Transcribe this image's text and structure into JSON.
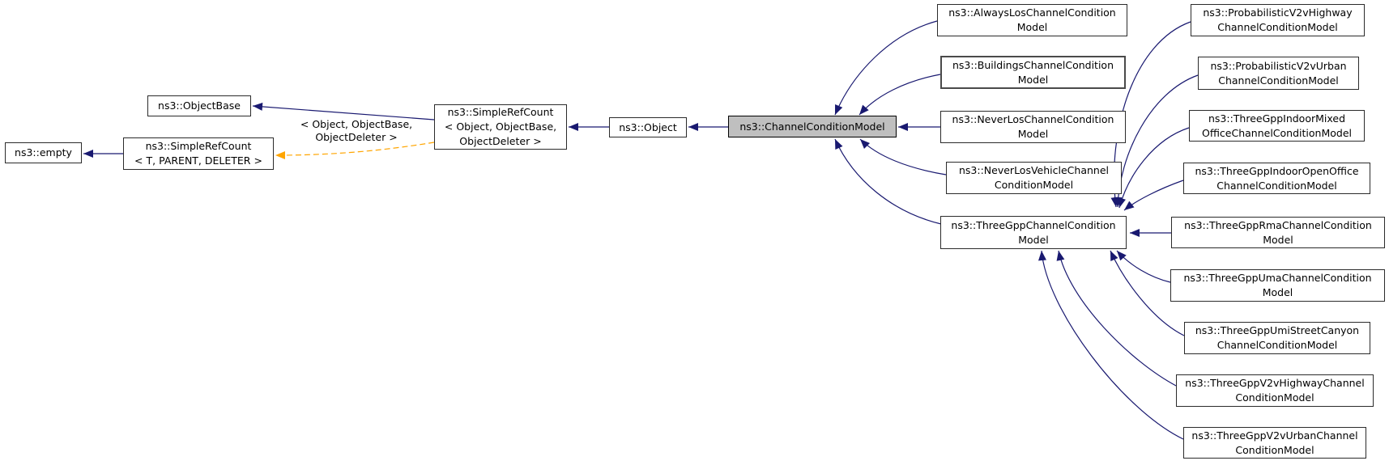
{
  "diagram": {
    "type": "class-inheritance-graph",
    "subject": "ns3::ChannelConditionModel",
    "colors": {
      "edge": "#191970",
      "template_edge": "#ffa500",
      "selected_node_fill": "#bfbfbf",
      "node_border": "#2b2b2b",
      "background": "#ffffff"
    },
    "edge_label": "< Object, ObjectBase,\nObjectDeleter >",
    "nodes": [
      {
        "id": "empty",
        "label": "ns3::empty"
      },
      {
        "id": "simple-ref-count-t",
        "label": "ns3::SimpleRefCount\n< T, PARENT, DELETER >"
      },
      {
        "id": "object-base",
        "label": "ns3::ObjectBase"
      },
      {
        "id": "simple-ref-count-object",
        "label": "ns3::SimpleRefCount\n< Object, ObjectBase,\nObjectDeleter >"
      },
      {
        "id": "object",
        "label": "ns3::Object"
      },
      {
        "id": "channel-condition-model",
        "label": "ns3::ChannelConditionModel"
      },
      {
        "id": "always-los",
        "label": "ns3::AlwaysLosChannelCondition\nModel"
      },
      {
        "id": "buildings",
        "label": "ns3::BuildingsChannelCondition\nModel"
      },
      {
        "id": "never-los",
        "label": "ns3::NeverLosChannelCondition\nModel"
      },
      {
        "id": "never-los-vehicle",
        "label": "ns3::NeverLosVehicleChannel\nConditionModel"
      },
      {
        "id": "three-gpp",
        "label": "ns3::ThreeGppChannelCondition\nModel"
      },
      {
        "id": "probabilistic-v2v-highway",
        "label": "ns3::ProbabilisticV2vHighway\nChannelConditionModel"
      },
      {
        "id": "probabilistic-v2v-urban",
        "label": "ns3::ProbabilisticV2vUrban\nChannelConditionModel"
      },
      {
        "id": "three-gpp-indoor-mixed-office",
        "label": "ns3::ThreeGppIndoorMixed\nOfficeChannelConditionModel"
      },
      {
        "id": "three-gpp-indoor-open-office",
        "label": "ns3::ThreeGppIndoorOpenOffice\nChannelConditionModel"
      },
      {
        "id": "three-gpp-rma",
        "label": "ns3::ThreeGppRmaChannelCondition\nModel"
      },
      {
        "id": "three-gpp-uma",
        "label": "ns3::ThreeGppUmaChannelCondition\nModel"
      },
      {
        "id": "three-gpp-umi-street-canyon",
        "label": "ns3::ThreeGppUmiStreetCanyon\nChannelConditionModel"
      },
      {
        "id": "three-gpp-v2v-highway",
        "label": "ns3::ThreeGppV2vHighwayChannel\nConditionModel"
      },
      {
        "id": "three-gpp-v2v-urban",
        "label": "ns3::ThreeGppV2vUrbanChannel\nConditionModel"
      }
    ]
  }
}
